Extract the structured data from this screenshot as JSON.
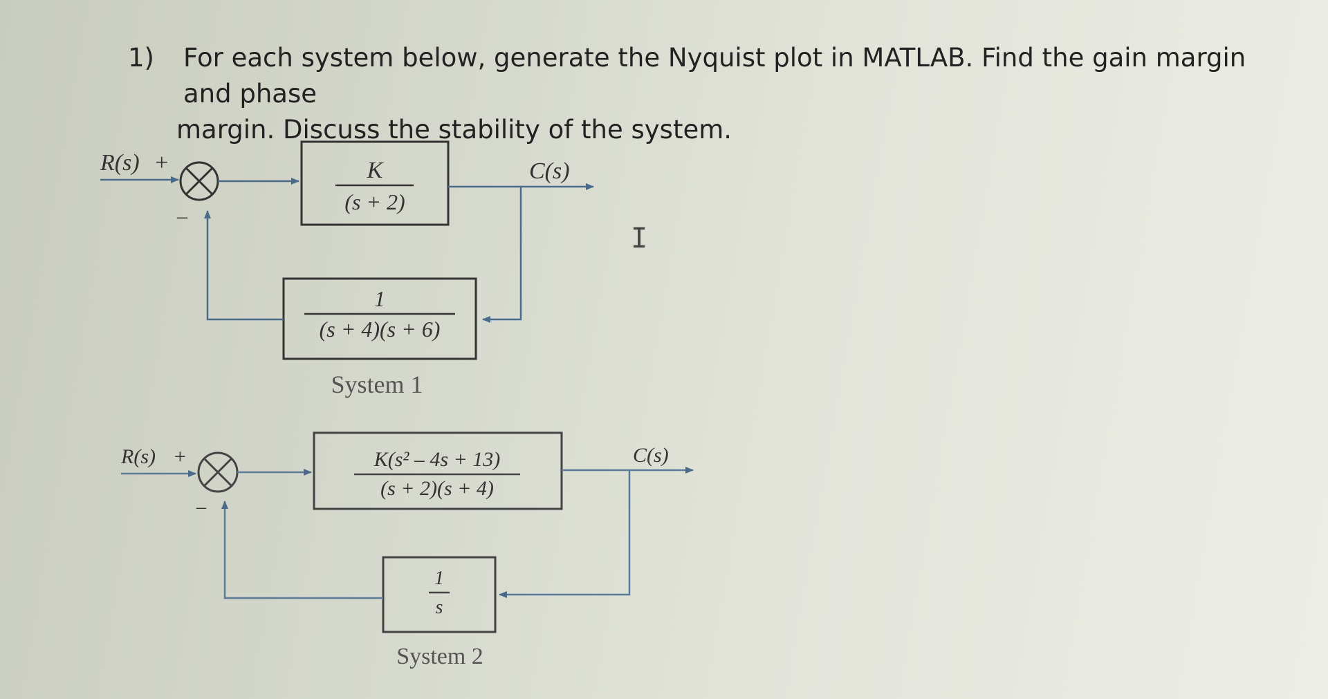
{
  "question": {
    "number": "1)",
    "line1": "For each system below, generate the Nyquist plot in MATLAB.  Find the gain margin and phase",
    "line2": "margin.  Discuss the stability of the system."
  },
  "system1": {
    "input_label": "R(s)",
    "input_sign": "+",
    "feedback_sign": "–",
    "output_label": "C(s)",
    "forward_num": "K",
    "forward_den": "(s + 2)",
    "feedback_num": "1",
    "feedback_den": "(s + 4)(s + 6)",
    "caption": "System 1"
  },
  "system2": {
    "input_label": "R(s)",
    "input_sign": "+",
    "feedback_sign": "–",
    "output_label": "C(s)",
    "forward_num": "K(s² – 4s + 13)",
    "forward_den": "(s + 2)(s + 4)",
    "feedback_num": "1",
    "feedback_den": "s",
    "caption": "System 2"
  },
  "cursor_glyph": "I"
}
